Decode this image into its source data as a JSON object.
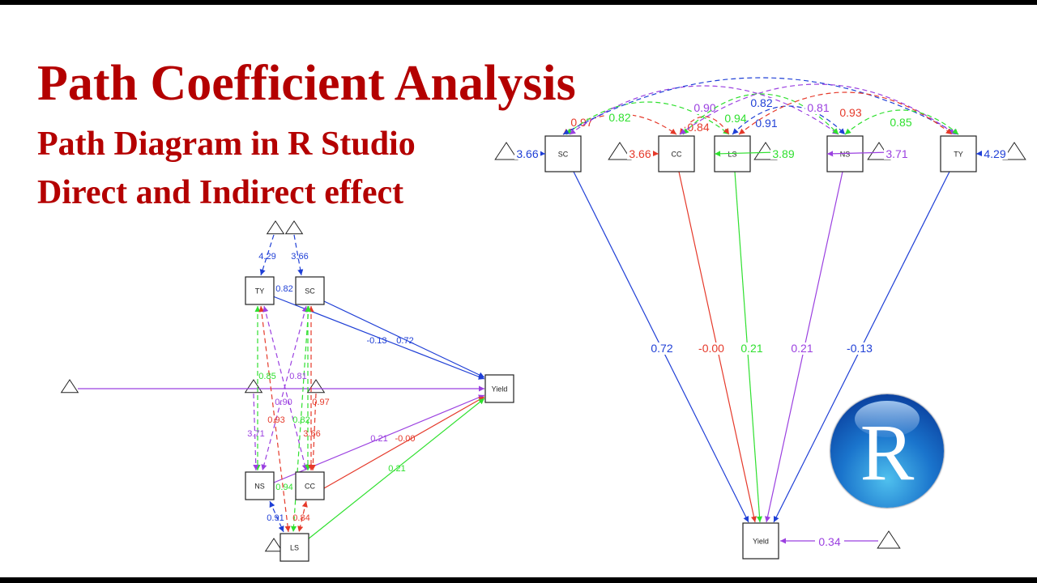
{
  "titles": {
    "line1": "Path Coefficient Analysis",
    "line2": "Path Diagram in R Studio",
    "line3": "Direct and Indirect effect"
  },
  "logo": {
    "letter": "R"
  },
  "colors": {
    "title": "#b40000",
    "blue": "#1f3fd6",
    "red": "#e5392a",
    "green": "#2fe02f",
    "purple": "#9b40e0"
  },
  "right_diagram": {
    "nodes": [
      "SC",
      "CC",
      "LS",
      "NS",
      "TY",
      "Yield"
    ],
    "variances": [
      {
        "node": "SC",
        "value": "3.66",
        "color": "blue"
      },
      {
        "node": "CC",
        "value": "3.66",
        "color": "red"
      },
      {
        "node": "LS",
        "value": "3.89",
        "color": "green"
      },
      {
        "node": "NS",
        "value": "3.71",
        "color": "purple"
      },
      {
        "node": "TY",
        "value": "4.29",
        "color": "blue"
      },
      {
        "node": "Yield",
        "value": "0.34",
        "color": "purple"
      }
    ],
    "paths": [
      {
        "from": "SC",
        "to": "Yield",
        "value": "0.72",
        "color": "blue"
      },
      {
        "from": "CC",
        "to": "Yield",
        "value": "-0.00",
        "color": "red"
      },
      {
        "from": "LS",
        "to": "Yield",
        "value": "0.21",
        "color": "green"
      },
      {
        "from": "NS",
        "to": "Yield",
        "value": "0.21",
        "color": "purple"
      },
      {
        "from": "TY",
        "to": "Yield",
        "value": "-0.13",
        "color": "blue"
      }
    ],
    "covariances": [
      {
        "a": "SC",
        "b": "CC",
        "value": "0.97",
        "color": "red"
      },
      {
        "a": "SC",
        "b": "LS",
        "value": "0.82",
        "color": "green"
      },
      {
        "a": "SC",
        "b": "NS",
        "value": "0.90",
        "color": "purple"
      },
      {
        "a": "SC",
        "b": "TY",
        "value": "0.82",
        "color": "blue"
      },
      {
        "a": "CC",
        "b": "LS",
        "value": "0.84",
        "color": "red"
      },
      {
        "a": "CC",
        "b": "NS",
        "value": "0.94",
        "color": "green"
      },
      {
        "a": "LS",
        "b": "NS",
        "value": "0.91",
        "color": "blue"
      },
      {
        "a": "CC",
        "b": "TY",
        "value": "0.81",
        "color": "purple"
      },
      {
        "a": "LS",
        "b": "TY",
        "value": "0.93",
        "color": "red"
      },
      {
        "a": "NS",
        "b": "TY",
        "value": "0.85",
        "color": "green"
      }
    ]
  },
  "left_diagram": {
    "nodes": [
      "TY",
      "SC",
      "NS",
      "CC",
      "LS",
      "Yield"
    ],
    "labels": [
      {
        "text": "4.29",
        "color": "blue"
      },
      {
        "text": "3.66",
        "color": "blue"
      },
      {
        "text": "0.82",
        "color": "blue"
      },
      {
        "text": "-0.13",
        "color": "blue"
      },
      {
        "text": "0.72",
        "color": "blue"
      },
      {
        "text": "0.85",
        "color": "green"
      },
      {
        "text": "0.90",
        "color": "purple"
      },
      {
        "text": "0.81",
        "color": "purple"
      },
      {
        "text": "0.97",
        "color": "red"
      },
      {
        "text": "0.93",
        "color": "red"
      },
      {
        "text": "0.82",
        "color": "green"
      },
      {
        "text": "3.71",
        "color": "purple"
      },
      {
        "text": "3.66",
        "color": "red"
      },
      {
        "text": "0.21",
        "color": "purple"
      },
      {
        "text": "-0.00",
        "color": "red"
      },
      {
        "text": "0.21",
        "color": "green"
      },
      {
        "text": "0.94",
        "color": "green"
      },
      {
        "text": "0.91",
        "color": "blue"
      },
      {
        "text": "0.84",
        "color": "red"
      }
    ]
  }
}
